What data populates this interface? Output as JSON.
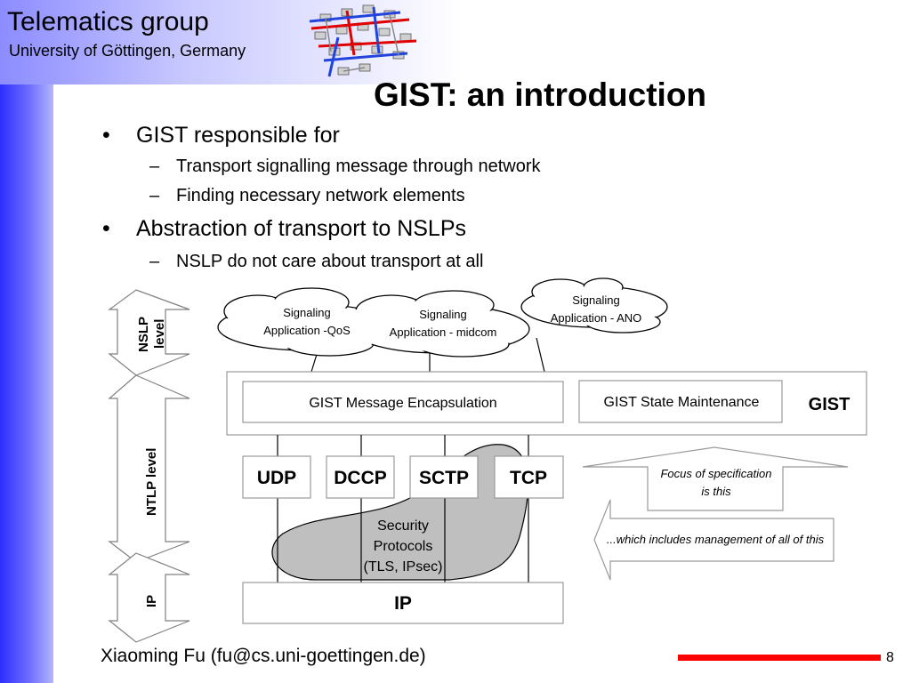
{
  "header": {
    "org_title": "Telematics group",
    "org_subtitle": "University of Göttingen, Germany"
  },
  "slide": {
    "title": "GIST: an introduction",
    "bullets": [
      {
        "text": "GIST responsible for",
        "subitems": [
          "Transport signalling message through network",
          "Finding necessary network elements"
        ]
      },
      {
        "text": "Abstraction of transport to NSLPs",
        "subitems": [
          "NSLP do not care about transport at all"
        ]
      }
    ],
    "bullet_mark": "•",
    "sub_mark": "–"
  },
  "diagram": {
    "levels": {
      "nslp": [
        "NSLP",
        "level"
      ],
      "ntlp": "NTLP level",
      "ip": "IP"
    },
    "clouds": {
      "qos": [
        "Signaling",
        "Application -QoS"
      ],
      "midcom": [
        "Signaling",
        "Application - midcom"
      ],
      "ano": [
        "Signaling",
        "Application - ANO"
      ]
    },
    "gist": {
      "encapsulation": "GIST Message Encapsulation",
      "state": "GIST State Maintenance",
      "label": "GIST"
    },
    "transports": [
      "UDP",
      "DCCP",
      "SCTP",
      "TCP"
    ],
    "security": [
      "Security",
      "Protocols",
      "(TLS, IPsec)"
    ],
    "ip": "IP",
    "focus": [
      "Focus of specification",
      "is this"
    ],
    "management": "...which includes management of all of this"
  },
  "footer": {
    "author": "Xiaoming Fu (fu@cs.uni-goettingen.de)",
    "page": "8"
  },
  "colors": {
    "sidebar": "#3b3bff",
    "accent_bar": "#ff0000",
    "security_blob": "#bfbfbf"
  }
}
